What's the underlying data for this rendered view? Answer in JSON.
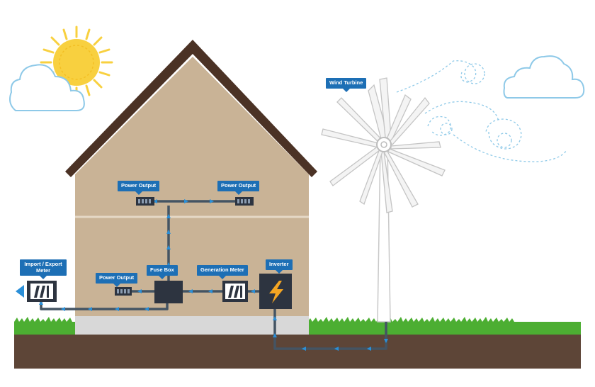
{
  "labels": {
    "wind_turbine": "Wind Turbine",
    "power_output_top_left": "Power Output",
    "power_output_top_right": "Power Output",
    "power_output_lower": "Power Output",
    "fuse_box": "Fuse Box",
    "generation_meter": "Generation Meter",
    "inverter": "Inverter",
    "import_export_meter": "Import / Export Meter"
  },
  "colors": {
    "wall": "#c9b396",
    "roof": "#4b3225",
    "ground": "#5d4537",
    "grass": "#4cae32",
    "foundation": "#d8d8d8",
    "wire": "#445463",
    "callout": "#1d6fb5",
    "arrow": "#2a8fd8",
    "lightning": "#f5a623",
    "sun": "#f8d03f"
  },
  "icons": [
    "sun-icon",
    "cloud-icon",
    "wind-swirl-icon",
    "lightning-icon",
    "meter-icon",
    "socket-icon"
  ]
}
